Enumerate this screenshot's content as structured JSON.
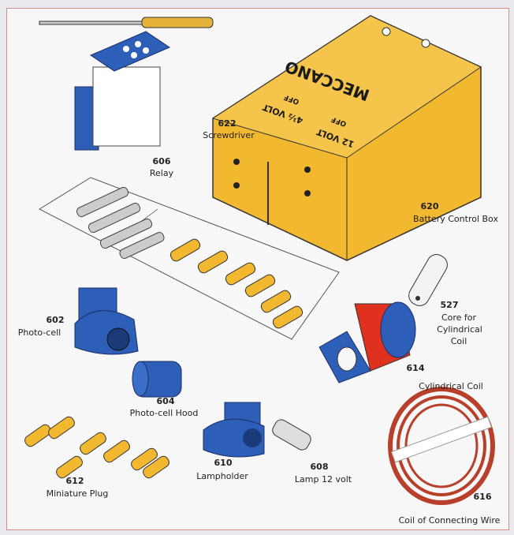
{
  "items": [
    {
      "number": "622",
      "name": "Screwdriver"
    },
    {
      "number": "606",
      "name": "Relay"
    },
    {
      "number": "620",
      "name": "Battery Control Box"
    },
    {
      "number": "527",
      "name_lines": [
        "Core for",
        "Cylindrical",
        "Coil"
      ]
    },
    {
      "number": "602",
      "name": "Photo-cell"
    },
    {
      "number": "614",
      "name": "Cylindrical Coil"
    },
    {
      "number": "604",
      "name": "Photo-cell Hood"
    },
    {
      "number": "612",
      "name": "Miniature Plug"
    },
    {
      "number": "610",
      "name": "Lampholder"
    },
    {
      "number": "608",
      "name": "Lamp 12 volt"
    },
    {
      "number": "616",
      "name": "Coil of Connecting Wire"
    }
  ],
  "battery_box": {
    "brand": "MECCANO",
    "switch1": "12 VOLT",
    "switch2": "4½ VOLT",
    "off": "OFF"
  },
  "colors": {
    "yellow": "#f2b830",
    "blue": "#2d5fb8",
    "red": "#e0301e",
    "wire": "#b8402a"
  }
}
